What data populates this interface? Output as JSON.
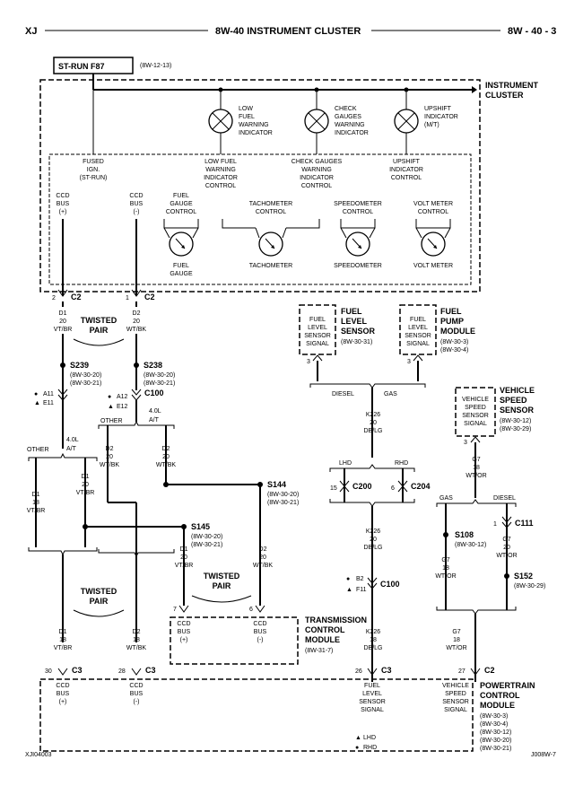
{
  "header": {
    "left": "XJ",
    "title": "8W-40 INSTRUMENT CLUSTER",
    "page": "8W - 40 - 3"
  },
  "fuse": {
    "label": "ST-RUN F87",
    "ref": "(8W-12-13)"
  },
  "cluster": {
    "title": [
      "INSTRUMENT",
      "CLUSTER"
    ],
    "lamps": [
      [
        "LOW",
        "FUEL",
        "WARNING",
        "INDICATOR"
      ],
      [
        "CHECK",
        "GAUGES",
        "WARNING",
        "INDICATOR"
      ],
      [
        "UPSHIFT",
        "INDICATOR",
        "(M/T)"
      ]
    ],
    "inner_labels": [
      [
        "FUSED",
        "IGN.",
        "(ST-RUN)"
      ],
      [
        "LOW FUEL",
        "WARNING",
        "INDICATOR",
        "CONTROL"
      ],
      [
        "CHECK GAUGES",
        "WARNING",
        "INDICATOR",
        "CONTROL"
      ],
      [
        "UPSHIFT",
        "INDICATOR",
        "CONTROL"
      ],
      [
        "CCD",
        "BUS",
        "(+)"
      ],
      [
        "CCD",
        "BUS",
        "(-)"
      ],
      [
        "FUEL",
        "GAUGE",
        "CONTROL"
      ],
      [
        "TACHOMETER",
        "CONTROL"
      ],
      [
        "SPEEDOMETER",
        "CONTROL"
      ],
      [
        "VOLT METER",
        "CONTROL"
      ]
    ],
    "gauges": [
      [
        "FUEL",
        "GAUGE"
      ],
      [
        "TACHOMETER"
      ],
      [
        "SPEEDOMETER"
      ],
      [
        "VOLT METER"
      ]
    ]
  },
  "c2_top": {
    "pin_a": "2",
    "pin_b": "1",
    "name": "C2"
  },
  "wire_top_left": [
    "D1",
    "20",
    "VT/BR"
  ],
  "wire_top_right": [
    "D2",
    "20",
    "WT/BK"
  ],
  "twisted_pair": [
    "TWISTED",
    "PAIR"
  ],
  "s239": {
    "name": "S239",
    "refs": [
      "(8W-30-20)",
      "(8W-30-21)"
    ]
  },
  "s238": {
    "name": "S238",
    "refs": [
      "(8W-30-20)",
      "(8W-30-21)"
    ]
  },
  "c100_left": {
    "a": "A11",
    "e": "E11",
    "a2": "A12",
    "e2": "E12",
    "name": "C100"
  },
  "options": {
    "other": "OTHER",
    "l40": "4.0L",
    "at": "A/T"
  },
  "wire_d2_mid": [
    "D2",
    "20",
    "WT/BK"
  ],
  "wire_d2_mid2": [
    "D2",
    "20",
    "WT/BK"
  ],
  "wire_d1_mid": [
    "D1",
    "20",
    "VT/BR"
  ],
  "wire_d1_left": [
    "D1",
    "18",
    "VT/BR"
  ],
  "s144": {
    "name": "S144",
    "refs": [
      "(8W-30-20)",
      "(8W-30-21)"
    ]
  },
  "s145": {
    "name": "S145",
    "refs": [
      "(8W-30-20)",
      "(8W-30-21)"
    ]
  },
  "wire_d1_s145": [
    "D1",
    "20",
    "VT/BR"
  ],
  "wire_d2_s144": [
    "D2",
    "20",
    "WT/BK"
  ],
  "wire_d1_bot": [
    "D1",
    "18",
    "VT/BR"
  ],
  "wire_d2_bot": [
    "D2",
    "18",
    "WT/BK"
  ],
  "tcm": {
    "title": [
      "TRANSMISSION",
      "CONTROL",
      "MODULE"
    ],
    "ref": "(8W-31-7)",
    "pin_a": "7",
    "pin_b": "6",
    "bus_a": [
      "CCD",
      "BUS",
      "(+)"
    ],
    "bus_b": [
      "CCD",
      "BUS",
      "(-)"
    ]
  },
  "fuel_level_sensor": {
    "title": [
      "FUEL",
      "LEVEL",
      "SENSOR"
    ],
    "ref": "(8W-30-31)",
    "inner": [
      "FUEL",
      "LEVEL",
      "SENSOR",
      "SIGNAL"
    ],
    "pin": "3"
  },
  "fuel_pump_module": {
    "title": [
      "FUEL",
      "PUMP",
      "MODULE"
    ],
    "refs": [
      "(8W-30-3)",
      "(8W-30-4)"
    ],
    "inner": [
      "FUEL",
      "LEVEL",
      "SENSOR",
      "SIGNAL"
    ],
    "pin": "3"
  },
  "diesel_gas": {
    "diesel": "DIESEL",
    "gas": "GAS"
  },
  "wire_k226_a": [
    "K226",
    "20",
    "DB/LG"
  ],
  "lhd_rhd": {
    "lhd": "LHD",
    "rhd": "RHD"
  },
  "c200": {
    "pin": "15",
    "name": "C200"
  },
  "c204": {
    "pin": "6",
    "name": "C204"
  },
  "wire_k226_b": [
    "K226",
    "20",
    "DB/LG"
  ],
  "c100_right": {
    "b": "B2",
    "f": "F11",
    "name": "C100"
  },
  "wire_k226_c": [
    "K226",
    "18",
    "DB/LG"
  ],
  "vss": {
    "title": [
      "VEHICLE",
      "SPEED",
      "SENSOR"
    ],
    "refs": [
      "(8W-30-12)",
      "(8W-30-29)"
    ],
    "inner": [
      "VEHICLE",
      "SPEED",
      "SENSOR",
      "SIGNAL"
    ],
    "pin": "3"
  },
  "wire_g7_a": [
    "G7",
    "18",
    "WT/OR"
  ],
  "gas_diesel": {
    "gas": "GAS",
    "diesel": "DIESEL"
  },
  "c111": {
    "pin": "1",
    "name": "C111"
  },
  "s108": {
    "name": "S108",
    "ref": "(8W-30-12)"
  },
  "wire_g7_b": [
    "G7",
    "20",
    "WT/OR"
  ],
  "wire_g7_c": [
    "G7",
    "18",
    "WT/OR"
  ],
  "s152": {
    "name": "S152",
    "ref": "(8W-30-29)"
  },
  "wire_g7_d": [
    "G7",
    "18",
    "WT/OR"
  ],
  "pcm": {
    "title": [
      "POWERTRAIN",
      "CONTROL",
      "MODULE"
    ],
    "refs": [
      "(8W-30-3)",
      "(8W-30-4)",
      "(8W-30-12)",
      "(8W-30-20)",
      "(8W-30-21)"
    ],
    "pins": [
      {
        "pin": "30",
        "conn": "C3",
        "label": [
          "CCD",
          "BUS",
          "(+)"
        ]
      },
      {
        "pin": "28",
        "conn": "C3",
        "label": [
          "CCD",
          "BUS",
          "(-)"
        ]
      },
      {
        "pin": "26",
        "conn": "C3",
        "label": [
          "FUEL",
          "LEVEL",
          "SENSOR",
          "SIGNAL"
        ]
      },
      {
        "pin": "27",
        "conn": "C2",
        "label": [
          "VEHICLE",
          "SPEED",
          "SENSOR",
          "SIGNAL"
        ]
      }
    ]
  },
  "legend": {
    "lhd": "LHD",
    "rhd": "RHD"
  },
  "footer": {
    "left": "XJI04003",
    "right": "J008W-7"
  }
}
